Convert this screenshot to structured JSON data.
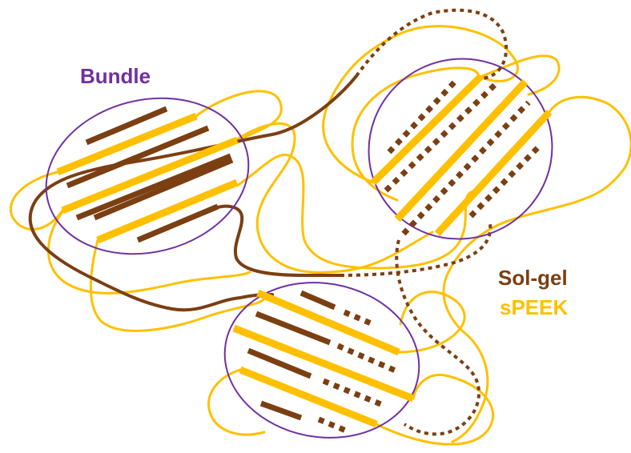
{
  "labels": {
    "bundle": "Bundle",
    "solgel": "Sol-gel",
    "speek": "sPEEK"
  },
  "colors": {
    "bundle": "#7030a0",
    "solgel": "#7b3f12",
    "speek": "#ffc000"
  }
}
